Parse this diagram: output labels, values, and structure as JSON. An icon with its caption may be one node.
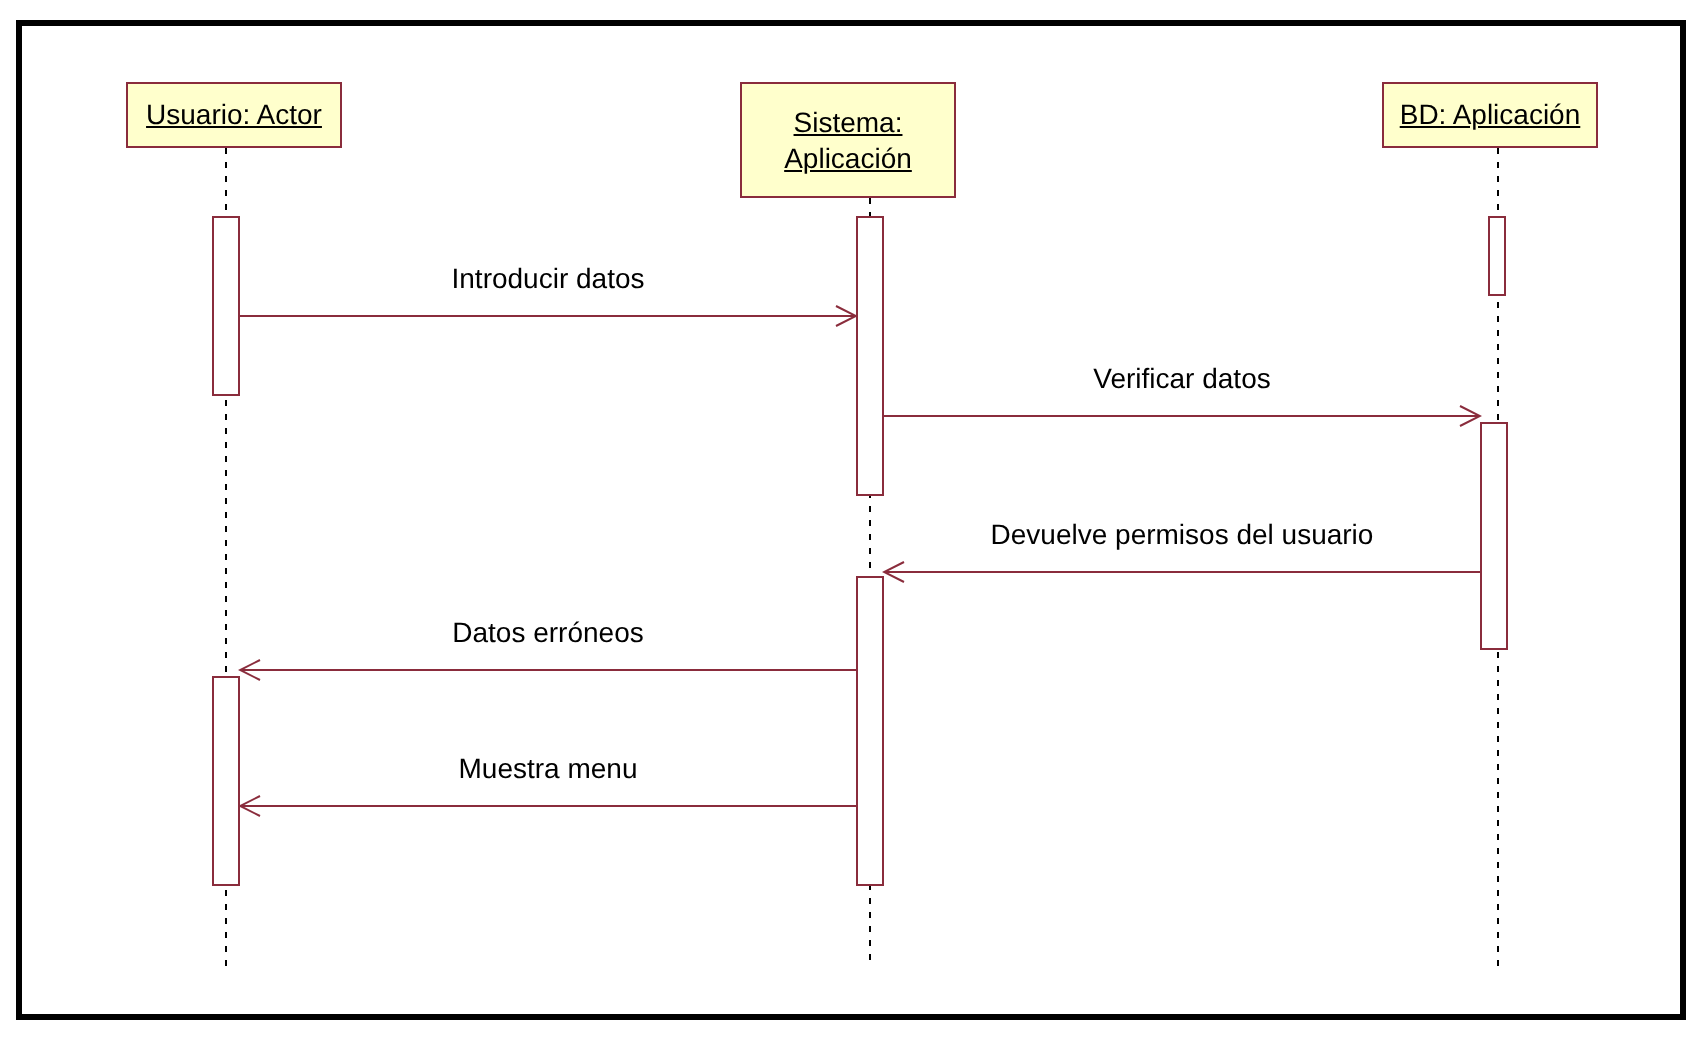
{
  "diagram": {
    "nodes": [
      {
        "text": [
          "Usuario: Actor"
        ]
      },
      {
        "text": [
          "Sistema: Aplicación"
        ]
      },
      {
        "text": [
          "BD: Aplicación"
        ]
      },
      {
        "text": [],
        "shape": "bar"
      },
      {
        "text": [],
        "shape": "bar"
      },
      {
        "text": [],
        "shape": "bar"
      },
      {
        "text": [],
        "shape": "bar"
      },
      {
        "text": [],
        "shape": "bar"
      },
      {
        "text": [],
        "shape": "bar"
      }
    ],
    "edges": [
      {
        "from": 3,
        "to": 5,
        "arrow": "to",
        "label": "Introducir datos"
      },
      {
        "from": 5,
        "to": 8,
        "arrow": "to",
        "label": "Verificar datos"
      },
      {
        "from": 8,
        "to": 6,
        "arrow": "to",
        "label": "Devuelve permisos del usuario"
      },
      {
        "from": 6,
        "to": 4,
        "arrow": "to",
        "label": "Datos erróneos"
      },
      {
        "from": 6,
        "to": 4,
        "arrow": "to",
        "label": "Muestra menu"
      }
    ]
  }
}
